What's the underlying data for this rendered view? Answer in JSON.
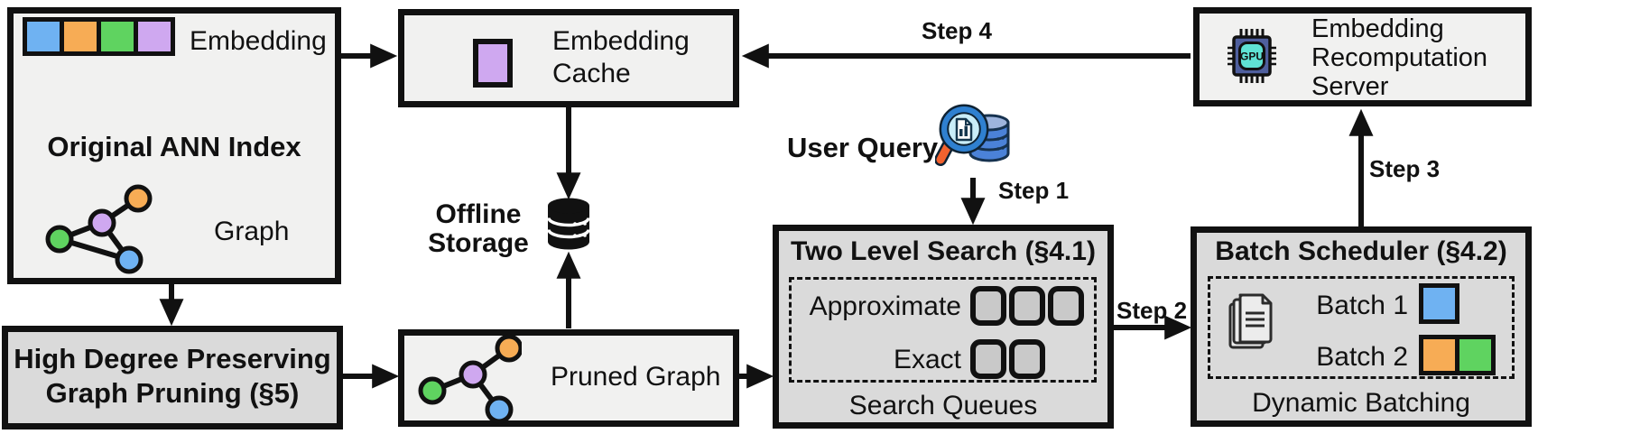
{
  "colors": {
    "blue": "#6FB2F2",
    "orange": "#F7AC55",
    "green": "#5FD360",
    "purple": "#CFA8F0",
    "box_light_bg": "#F1F1F0",
    "box_dark_bg": "#DADADA",
    "outline": "#111111",
    "gpu_chip": "#4F5F9E",
    "gpu_core": "#5FE3D4",
    "magnifier_ring": "#2F80D0",
    "magnifier_lens": "#C9EDF8",
    "magnifier_handle": "#F2622E",
    "query_db": "#4B82D8"
  },
  "ann_index": {
    "embedding_label": "Embedding",
    "embedding_colors": [
      "#6FB2F2",
      "#F7AC55",
      "#5FD360",
      "#CFA8F0"
    ],
    "title": "Original ANN Index",
    "graph_label": "Graph"
  },
  "pruning": {
    "title_line1": "High Degree Preserving",
    "title_line2": "Graph Pruning (§5)"
  },
  "embedding_cache": {
    "label_line1": "Embedding",
    "label_line2": "Cache"
  },
  "offline_storage": {
    "label_line1": "Offline",
    "label_line2": "Storage"
  },
  "pruned_graph": {
    "label": "Pruned Graph"
  },
  "user_query": {
    "label": "User Query"
  },
  "steps": {
    "step1": "Step 1",
    "step2": "Step 2",
    "step3": "Step 3",
    "step4": "Step 4"
  },
  "two_level_search": {
    "title": "Two Level Search (§4.1)",
    "level1_label": "Approximate",
    "level1_queue_count": 3,
    "level2_label": "Exact",
    "level2_queue_count": 2,
    "caption": "Search Queues"
  },
  "batch_scheduler": {
    "title": "Batch Scheduler (§4.2)",
    "batch1_label": "Batch 1",
    "batch1_colors": [
      "#6FB2F2"
    ],
    "batch2_label": "Batch 2",
    "batch2_colors": [
      "#F7AC55",
      "#5FD360"
    ],
    "caption": "Dynamic Batching"
  },
  "recomputation_server": {
    "label_line1": "Embedding",
    "label_line2": "Recomputation",
    "label_line3": "Server",
    "gpu_label": "GPU"
  }
}
